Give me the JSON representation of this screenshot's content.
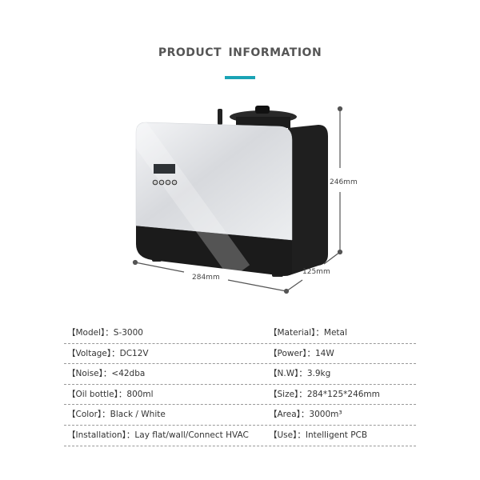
{
  "header": {
    "title": "PRODUCT  INFORMATION",
    "accent_color": "#1aa3b5"
  },
  "dimensions": {
    "height": "246mm",
    "width": "284mm",
    "depth": "125mm"
  },
  "specs": [
    {
      "left": {
        "label": "【Model】：",
        "value": "S-3000"
      },
      "right": {
        "label": "【Material】：",
        "value": "Metal"
      }
    },
    {
      "left": {
        "label": "【Voltage】：",
        "value": "DC12V"
      },
      "right": {
        "label": "【Power】：",
        "value": "14W"
      }
    },
    {
      "left": {
        "label": "【Noise】：",
        "value": "<42dba"
      },
      "right": {
        "label": "【N.W】：",
        "value": "3.9kg"
      }
    },
    {
      "left": {
        "label": "【Oil bottle】：",
        "value": "800ml"
      },
      "right": {
        "label": "【Size】：",
        "value": "284*125*246mm"
      }
    },
    {
      "left": {
        "label": "【Color】：",
        "value": "Black / White"
      },
      "right": {
        "label": "【Area】：",
        "value": "3000m³"
      }
    },
    {
      "left": {
        "label": "【Installation】：",
        "value": "Lay flat/wall/Connect HVAC"
      },
      "right": {
        "label": "【Use】：",
        "value": "Intelligent  PCB"
      }
    }
  ]
}
